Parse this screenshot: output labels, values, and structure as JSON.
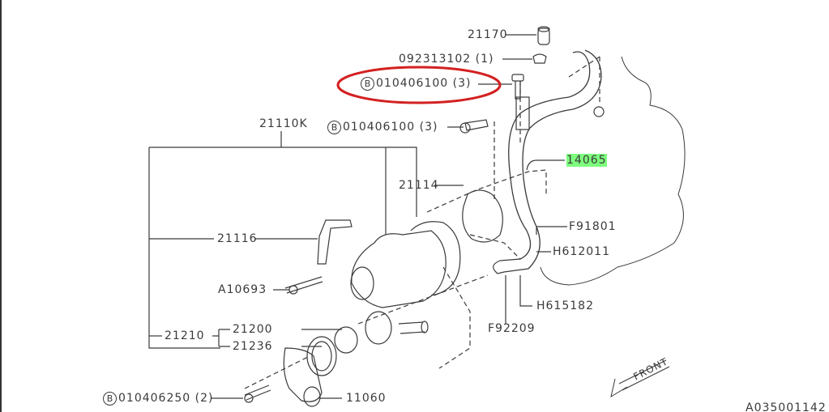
{
  "callouts": {
    "p21170": "21170",
    "p092313102": "092313102 (1)",
    "bolt_top_mark": "B",
    "bolt_top": "010406100 (3)",
    "bolt_mid_mark": "B",
    "bolt_mid": "010406100 (3)",
    "p21110K": "21110K",
    "p14065": "14065",
    "p21114": "21114",
    "p21116": "21116",
    "pF91801": "F91801",
    "pH612011": "H612011",
    "pA10693": "A10693",
    "pH615182": "H615182",
    "pF92209": "F92209",
    "p21210": "21210",
    "p21200": "21200",
    "p21236": "21236",
    "bolt_bottom_mark": "B",
    "bolt_bottom": "010406250 (2)",
    "p11060": "11060",
    "front": "FRONT",
    "diagram_id": "A035001142"
  },
  "colors": {
    "highlight_circle": "#d42020",
    "highlight_label": "#7dff7d",
    "line": "#3a3a3a"
  }
}
